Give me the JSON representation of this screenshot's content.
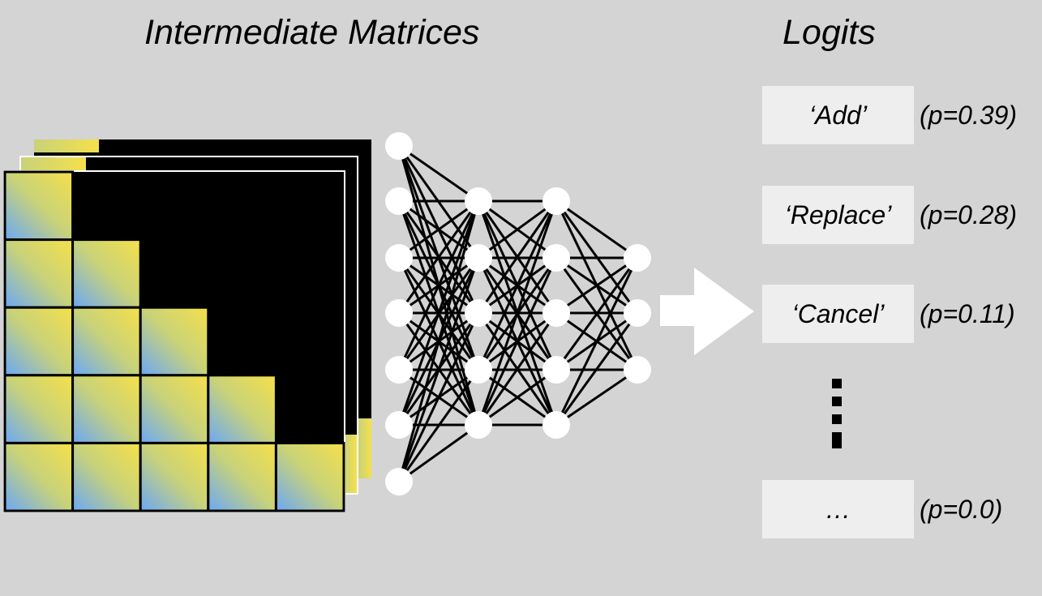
{
  "titles": {
    "matrices": "Intermediate Matrices",
    "logits": "Logits"
  },
  "logits": [
    {
      "label": "‘Add’",
      "prob": "(p=0.39)"
    },
    {
      "label": "‘Replace’",
      "prob": "(p=0.28)"
    },
    {
      "label": "‘Cancel’",
      "prob": "(p=0.11)"
    },
    {
      "label": "…",
      "prob": "(p=0.0)"
    }
  ],
  "network": {
    "layers": [
      7,
      5,
      5,
      3
    ],
    "node_color": "#ffffff",
    "edge_color": "#000000"
  },
  "matrix": {
    "grid": 5,
    "stack_count": 3,
    "colors": {
      "low": "#6aa8f7",
      "mid": "#c8d27a",
      "high": "#f5e04a",
      "mask": "#000000",
      "border": "#ffffff"
    }
  },
  "colors": {
    "background": "#d4d4d4",
    "logit_box": "#eeeeee",
    "arrow": "#ffffff"
  }
}
